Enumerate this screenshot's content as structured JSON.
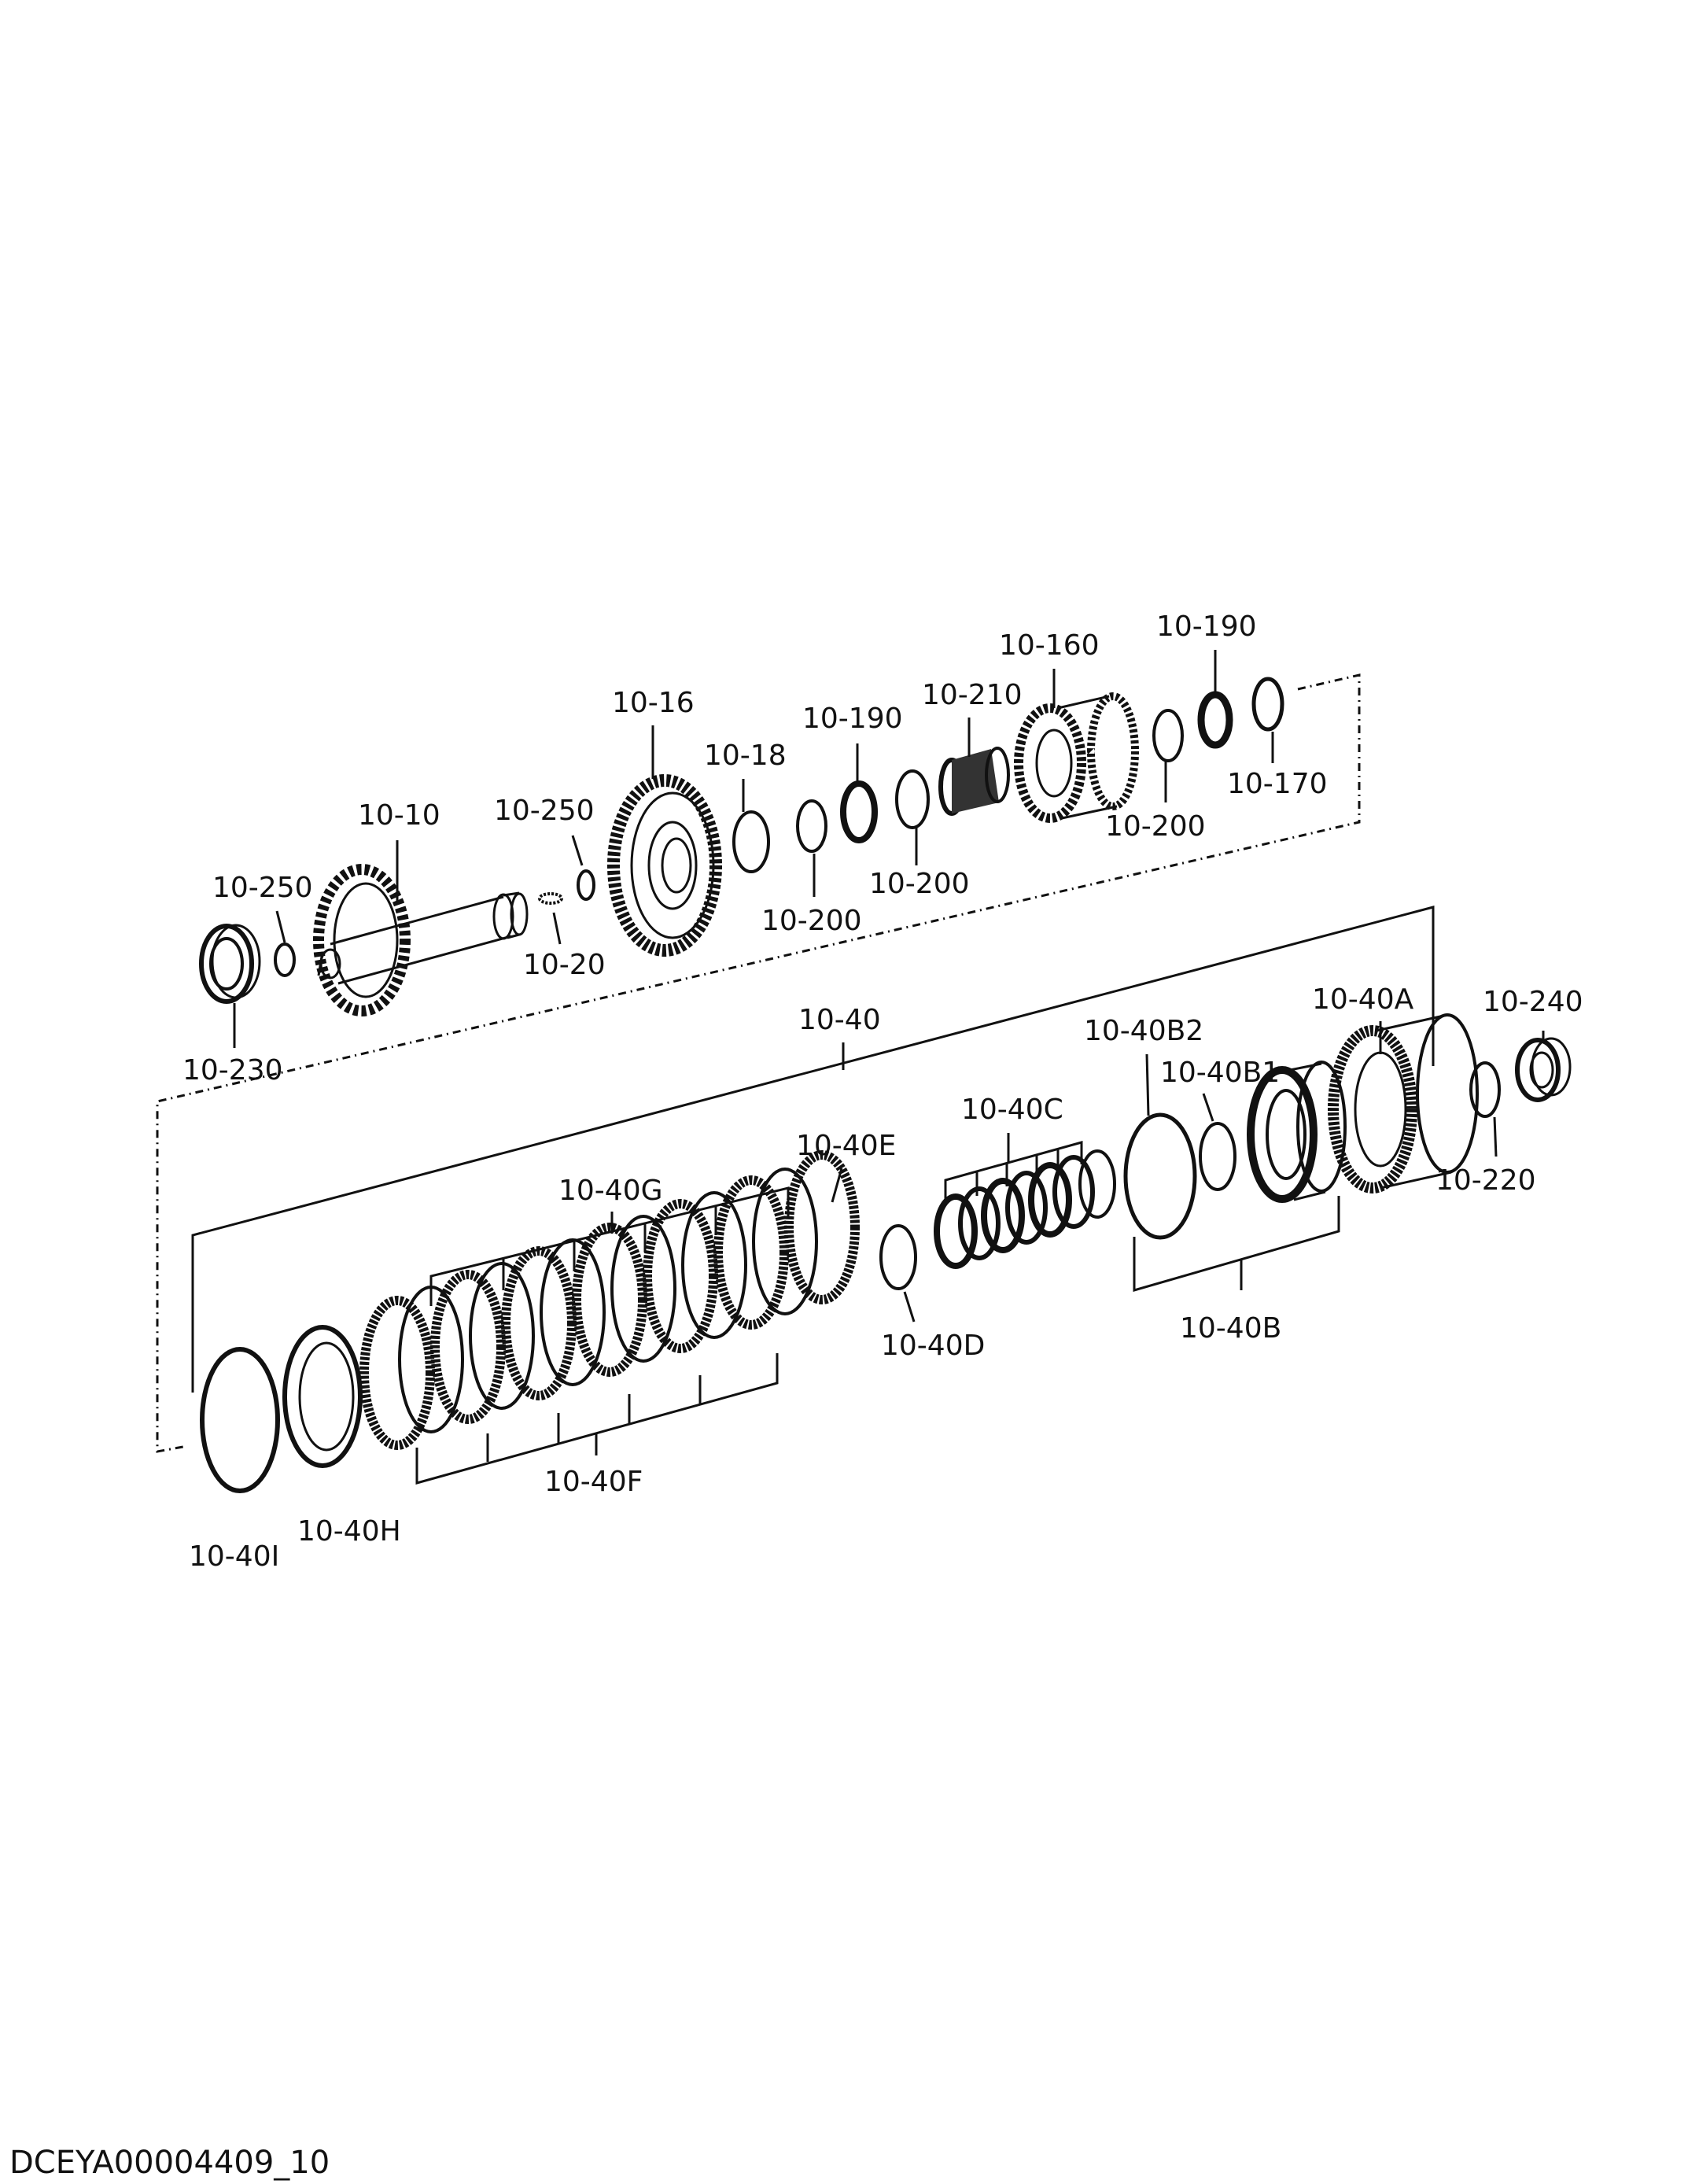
{
  "diagram": {
    "labels": {
      "p10_10": "10-10",
      "p10_16": "10-16",
      "p10_18": "10-18",
      "p10_20": "10-20",
      "p10_250a": "10-250",
      "p10_250b": "10-250",
      "p10_230": "10-230",
      "p10_190a": "10-190",
      "p10_190b": "10-190",
      "p10_200a": "10-200",
      "p10_200b": "10-200",
      "p10_200c": "10-200",
      "p10_210": "10-210",
      "p10_160": "10-160",
      "p10_170": "10-170",
      "p10_40": "10-40",
      "p10_40A": "10-40A",
      "p10_40B": "10-40B",
      "p10_40B1": "10-40B1",
      "p10_40B2": "10-40B2",
      "p10_40C": "10-40C",
      "p10_40D": "10-40D",
      "p10_40E": "10-40E",
      "p10_40F": "10-40F",
      "p10_40G": "10-40G",
      "p10_40H": "10-40H",
      "p10_40I": "10-40I",
      "p10_220": "10-220",
      "p10_240": "10-240"
    },
    "footer_code": "DCEYA00004409_10"
  }
}
